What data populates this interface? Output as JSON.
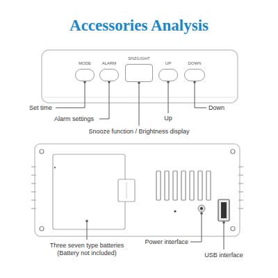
{
  "diagram": {
    "title": "Accessories Analysis",
    "nodes": [
      {
        "text": [
          "MODE"
        ]
      },
      {
        "text": [
          "ALARM"
        ]
      },
      {
        "text": [
          "SNZ/LIGHT"
        ]
      },
      {
        "text": [
          "UP"
        ]
      },
      {
        "text": [
          "DOWN"
        ]
      }
    ],
    "labels": [
      "Set time",
      "Alarm settings",
      "Snooze function / Brightness display",
      "Up",
      "Down",
      "Three seven type batteries (Battery not included)",
      "Power interface",
      "USB interface"
    ]
  }
}
